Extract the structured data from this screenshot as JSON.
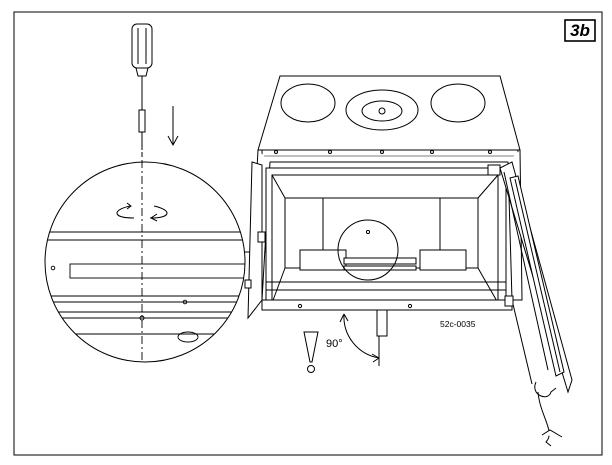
{
  "figure": {
    "step_badge": "3b",
    "drawing_code": "52c-0035",
    "angle_label": "90°"
  },
  "icons": {
    "tool": "screwdriver-icon",
    "warning": "exclamation-icon",
    "rotation": "rotate-arrows-icon"
  }
}
